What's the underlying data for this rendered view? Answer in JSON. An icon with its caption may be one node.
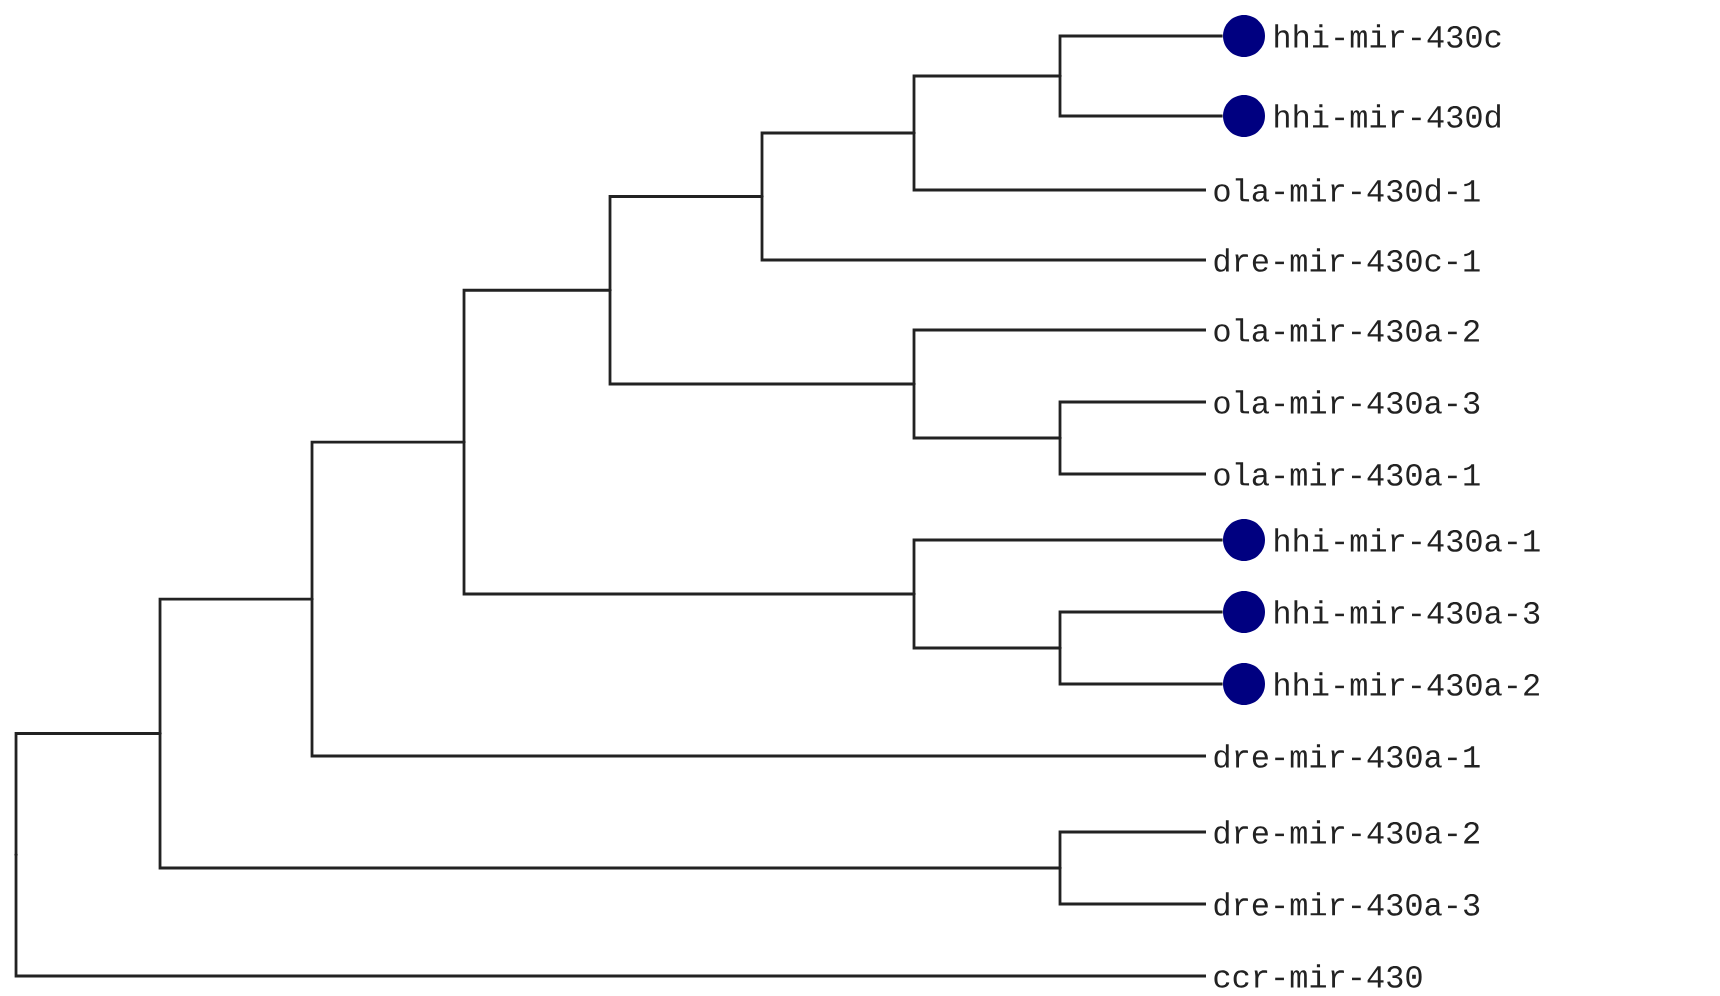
{
  "diagram": {
    "nodes": [
      {
        "text": [
          "hhi-mir-430c"
        ]
      },
      {
        "text": [
          "hhi-mir-430d"
        ]
      },
      {
        "text": [
          "ola-mir-430d-1"
        ]
      },
      {
        "text": [
          "dre-mir-430c-1"
        ]
      },
      {
        "text": [
          "ola-mir-430a-2"
        ]
      },
      {
        "text": [
          "ola-mir-430a-3"
        ]
      },
      {
        "text": [
          "ola-mir-430a-1"
        ]
      },
      {
        "text": [
          "hhi-mir-430a-1"
        ]
      },
      {
        "text": [
          "hhi-mir-430a-3"
        ]
      },
      {
        "text": [
          "hhi-mir-430a-2"
        ]
      },
      {
        "text": [
          "dre-mir-430a-1"
        ]
      },
      {
        "text": [
          "dre-mir-430a-2"
        ]
      },
      {
        "text": [
          "dre-mir-430a-3"
        ]
      },
      {
        "text": [
          "ccr-mir-430"
        ]
      },
      {
        "text": [],
        "shape": "point"
      },
      {
        "text": [],
        "shape": "point"
      },
      {
        "text": [],
        "shape": "point"
      },
      {
        "text": [],
        "shape": "point"
      },
      {
        "text": [],
        "shape": "point"
      },
      {
        "text": [],
        "shape": "point"
      },
      {
        "text": [],
        "shape": "point"
      },
      {
        "text": [],
        "shape": "point"
      },
      {
        "text": [],
        "shape": "point"
      },
      {
        "text": [],
        "shape": "point"
      },
      {
        "text": [],
        "shape": "point"
      },
      {
        "text": [],
        "shape": "point"
      },
      {
        "text": [],
        "shape": "point"
      },
      {
        "text": [],
        "shape": "circle"
      },
      {
        "text": [],
        "shape": "circle"
      },
      {
        "text": [],
        "shape": "circle"
      },
      {
        "text": [],
        "shape": "circle"
      },
      {
        "text": [],
        "shape": "circle"
      }
    ],
    "edges": [
      {
        "from": 14,
        "to": 27,
        "arrow": "none"
      },
      {
        "from": 14,
        "to": 28,
        "arrow": "none"
      },
      {
        "from": 15,
        "to": 14,
        "arrow": "none"
      },
      {
        "from": 15,
        "to": 2,
        "arrow": "none"
      },
      {
        "from": 16,
        "to": 15,
        "arrow": "none"
      },
      {
        "from": 16,
        "to": 3,
        "arrow": "none"
      },
      {
        "from": 17,
        "to": 5,
        "arrow": "none"
      },
      {
        "from": 17,
        "to": 6,
        "arrow": "none"
      },
      {
        "from": 18,
        "to": 4,
        "arrow": "none"
      },
      {
        "from": 18,
        "to": 17,
        "arrow": "none"
      },
      {
        "from": 19,
        "to": 16,
        "arrow": "none"
      },
      {
        "from": 19,
        "to": 18,
        "arrow": "none"
      },
      {
        "from": 20,
        "to": 30,
        "arrow": "none"
      },
      {
        "from": 20,
        "to": 31,
        "arrow": "none"
      },
      {
        "from": 21,
        "to": 29,
        "arrow": "none"
      },
      {
        "from": 21,
        "to": 20,
        "arrow": "none"
      },
      {
        "from": 22,
        "to": 19,
        "arrow": "none"
      },
      {
        "from": 22,
        "to": 21,
        "arrow": "none"
      },
      {
        "from": 23,
        "to": 22,
        "arrow": "none"
      },
      {
        "from": 23,
        "to": 10,
        "arrow": "none"
      },
      {
        "from": 24,
        "to": 11,
        "arrow": "none"
      },
      {
        "from": 24,
        "to": 12,
        "arrow": "none"
      },
      {
        "from": 25,
        "to": 23,
        "arrow": "none"
      },
      {
        "from": 25,
        "to": 24,
        "arrow": "none"
      },
      {
        "from": 26,
        "to": 25,
        "arrow": "none"
      },
      {
        "from": 26,
        "to": 13,
        "arrow": "none"
      }
    ]
  }
}
